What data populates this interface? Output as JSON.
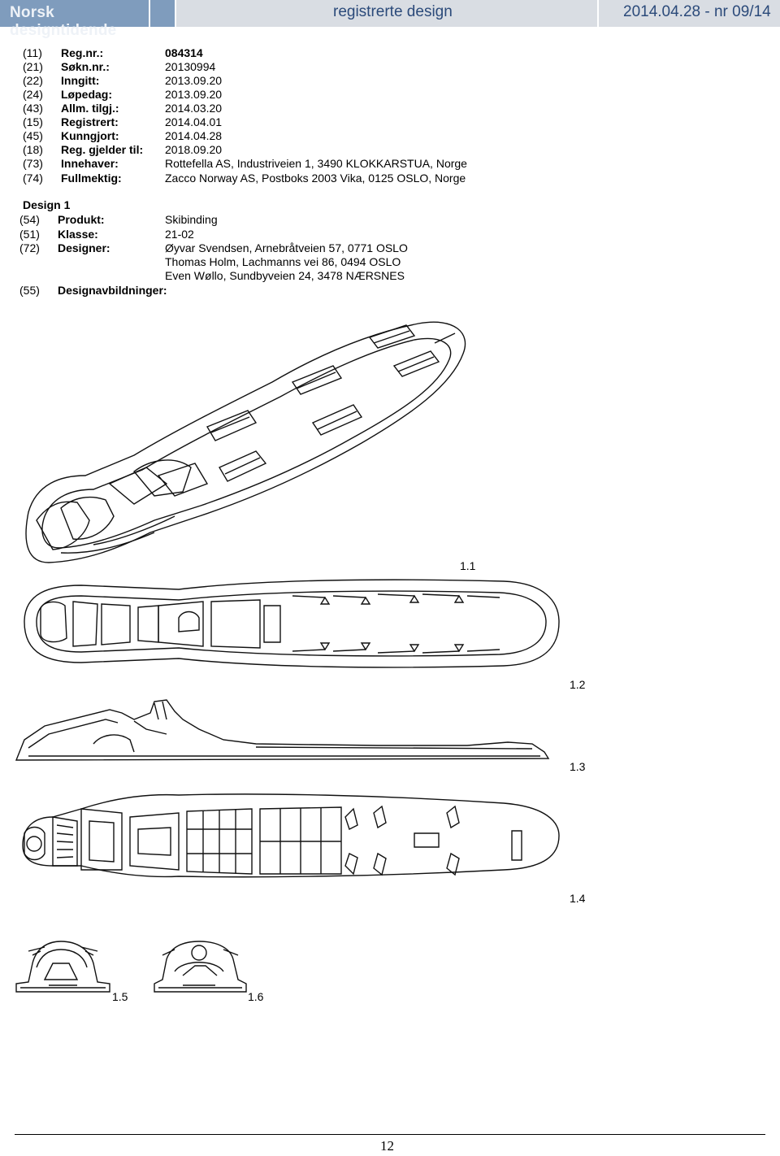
{
  "header": {
    "publication": "Norsk designtidende",
    "section": "registrerte design",
    "issue": "2014.04.28 - nr 09/14"
  },
  "registration": [
    {
      "code": "(11)",
      "label": "Reg.nr.:",
      "value": "084314",
      "bold_value": true
    },
    {
      "code": "(21)",
      "label": "Søkn.nr.:",
      "value": "20130994"
    },
    {
      "code": "(22)",
      "label": "Inngitt:",
      "value": "2013.09.20"
    },
    {
      "code": "(24)",
      "label": "Løpedag:",
      "value": "2013.09.20"
    },
    {
      "code": "(43)",
      "label": "Allm. tilgj.:",
      "value": "2014.03.20"
    },
    {
      "code": "(15)",
      "label": "Registrert:",
      "value": "2014.04.01"
    },
    {
      "code": "(45)",
      "label": "Kunngjort:",
      "value": "2014.04.28"
    },
    {
      "code": "(18)",
      "label": "Reg. gjelder til:",
      "value": "2018.09.20"
    },
    {
      "code": "(73)",
      "label": "Innehaver:",
      "value": "Rottefella AS, Industriveien 1, 3490 KLOKKARSTUA, Norge"
    },
    {
      "code": "(74)",
      "label": "Fullmektig:",
      "value": "Zacco Norway AS, Postboks 2003 Vika, 0125 OSLO, Norge"
    }
  ],
  "design": {
    "title": "Design 1",
    "product_code": "(54)",
    "product_label": "Produkt:",
    "product_value": "Skibinding",
    "class_code": "(51)",
    "class_label": "Klasse:",
    "class_value": "21-02",
    "designer_code": "(72)",
    "designer_label": "Designer:",
    "designers": [
      "Øyvar Svendsen, Arnebråtveien 57, 0771 OSLO",
      "Thomas Holm, Lachmanns vei 86, 0494 OSLO",
      "Even Wøllo, Sundbyveien 24, 3478 NÆRSNES"
    ],
    "images_code": "(55)",
    "images_label": "Designavbildninger:"
  },
  "figures": [
    "1.1",
    "1.2",
    "1.3",
    "1.4",
    "1.5",
    "1.6"
  ],
  "page_number": "12"
}
